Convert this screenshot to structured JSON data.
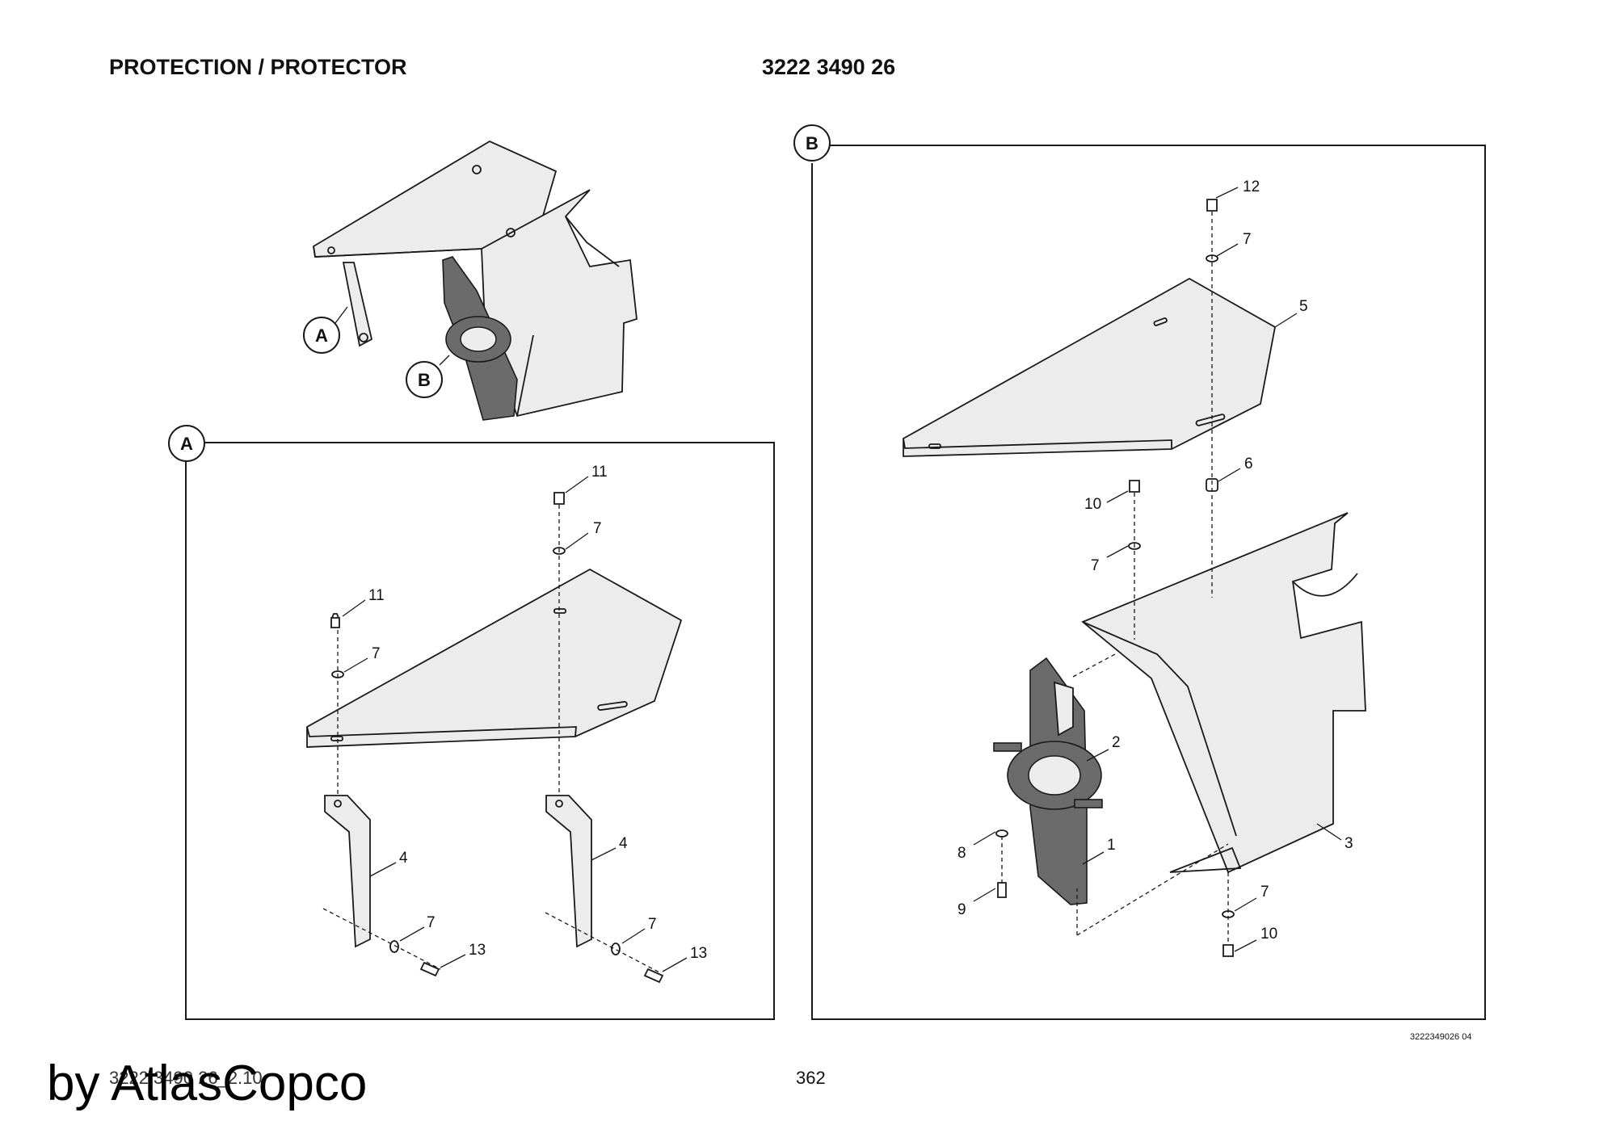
{
  "header": {
    "title": "PROTECTION / PROTECTOR",
    "part_number": "3222 3490 26"
  },
  "detail_views": {
    "a": {
      "badge": "A",
      "callouts": {
        "bolt_top": "11",
        "washer_top": "7",
        "bolt_left": "11",
        "washer_left": "7",
        "bracket_left": "4",
        "bracket_right": "4",
        "washer_bl": "7",
        "screw_bl": "13",
        "washer_br": "7",
        "screw_br": "13"
      }
    },
    "b": {
      "badge": "B",
      "callouts": {
        "bolt_top": "12",
        "washer_top": "7",
        "cover_top": "5",
        "spacer": "6",
        "bolt_mid": "10",
        "washer_mid": "7",
        "clamp": "2",
        "bracket": "1",
        "housing": "3",
        "washer_low": "8",
        "screw_low": "9",
        "washer_br": "7",
        "bolt_br": "10"
      }
    }
  },
  "overview": {
    "badge_a": "A",
    "badge_b": "B"
  },
  "footer": {
    "doc_id": "3222 3490 26_2.10",
    "page": "362",
    "drawing_ref": "3222349026 04",
    "watermark": "by AtlasCopco"
  },
  "colors": {
    "line": "#1a1a1a",
    "panel_fill": "#ececec",
    "part_dark": "#6b6b6b"
  }
}
